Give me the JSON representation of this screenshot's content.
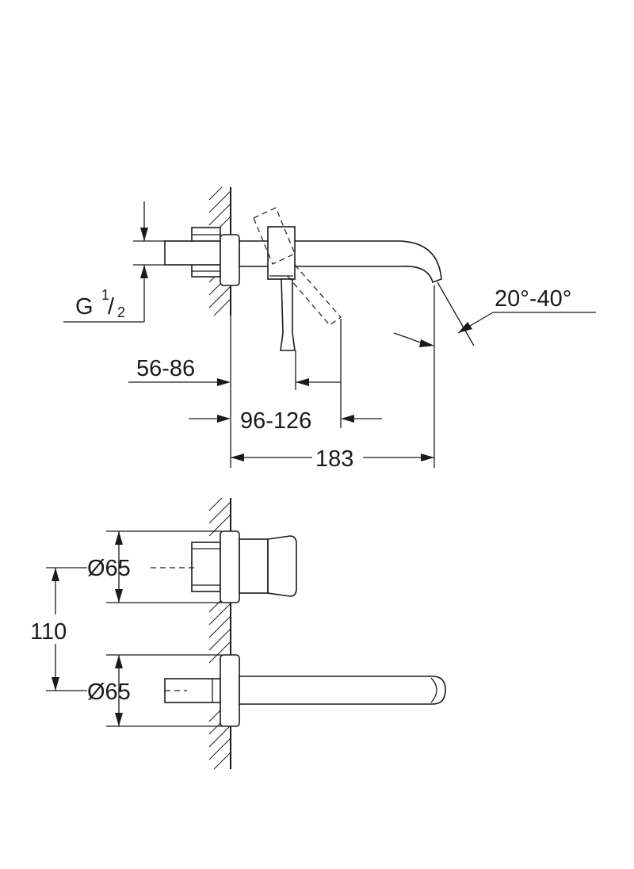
{
  "dimensions": {
    "thread": {
      "main": "G",
      "fraction_num": "1",
      "fraction_sep": "/",
      "fraction_den": "2"
    },
    "depth_range": "56-86",
    "lever_range": "96-126",
    "spout_length": "183",
    "tilt_angle": "20°-40°",
    "handle_diameter": "Ø65",
    "spout_diameter": "Ø65",
    "center_distance": "110"
  }
}
